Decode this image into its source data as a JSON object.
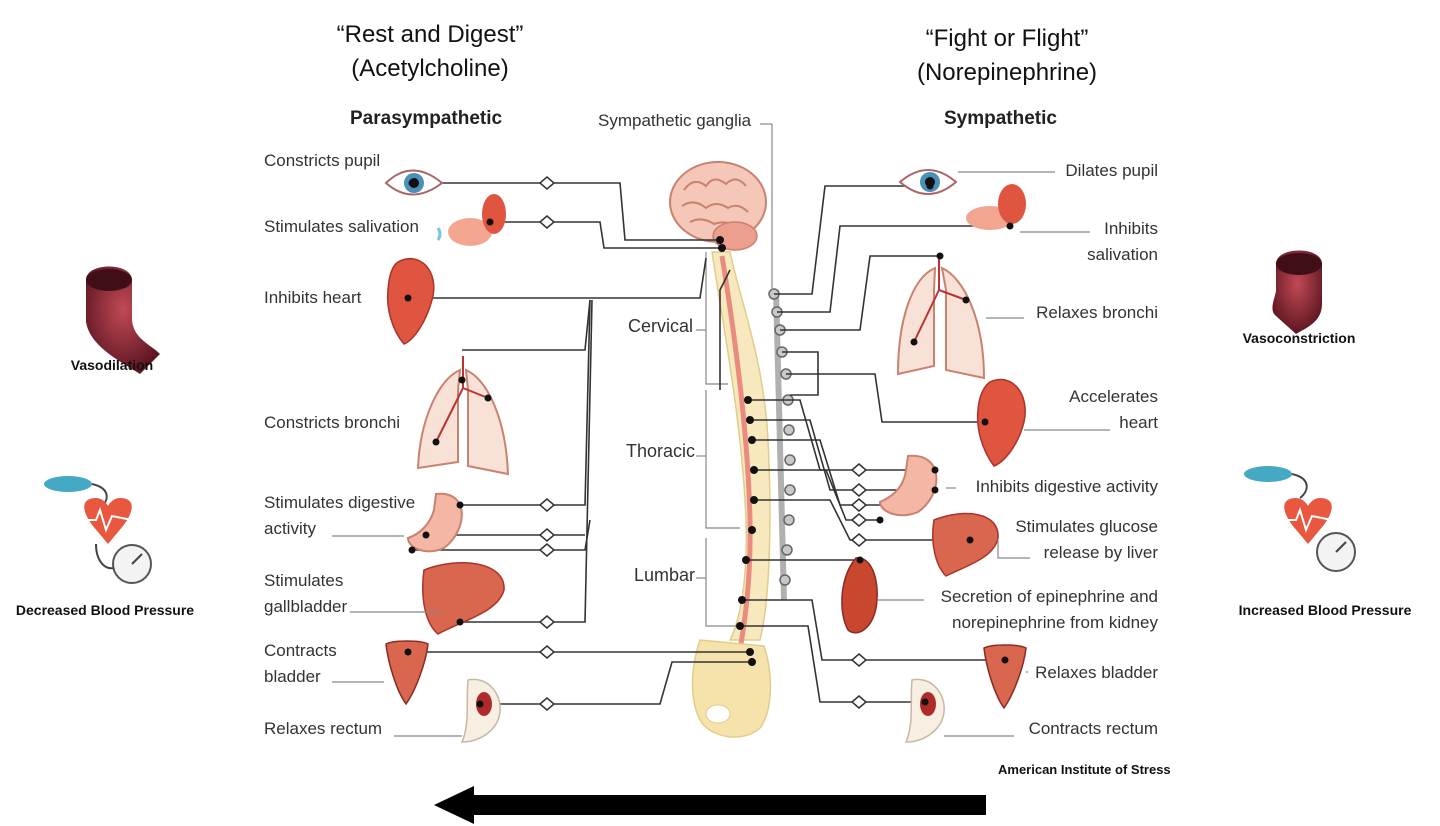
{
  "titles": {
    "left_quote": "“Rest and Digest”",
    "left_sub": "(Acetylcholine)",
    "right_quote": "“Fight or Flight”",
    "right_sub": "(Norepinephrine)"
  },
  "columns": {
    "left": "Parasympathetic",
    "right": "Sympathetic",
    "ganglia": "Sympathetic ganglia"
  },
  "regions": [
    "Cervical",
    "Thoracic",
    "Lumbar"
  ],
  "parasympathetic_effects": [
    "Constricts pupil",
    "Stimulates salivation",
    "Inhibits heart",
    "Constricts bronchi",
    "Stimulates digestive activity",
    "Stimulates gallbladder",
    "Contracts bladder",
    "Relaxes rectum"
  ],
  "sympathetic_effects": [
    "Dilates pupil",
    "Inhibits salivation",
    "Relaxes bronchi",
    "Accelerates heart",
    "Inhibits digestive activity",
    "Stimulates glucose release by liver",
    "Secretion of epinephrine and norepinephrine from kidney",
    "Relaxes bladder",
    "Contracts rectum"
  ],
  "side_panels": {
    "left_top": "Vasodilation",
    "left_bottom": "Decreased Blood Pressure",
    "right_top": "Vasoconstriction",
    "right_bottom": "Increased Blood Pressure"
  },
  "credit": "American Institute of Stress",
  "colors": {
    "organ": "#e0553f",
    "organ_light": "#f4b7a6",
    "spine": "#f2dfa7",
    "cord": "#e98c7f",
    "ganglia": "#b9b9b9",
    "vessel": "#7a2330",
    "cuff": "#46a9c4",
    "line": "#333333"
  }
}
